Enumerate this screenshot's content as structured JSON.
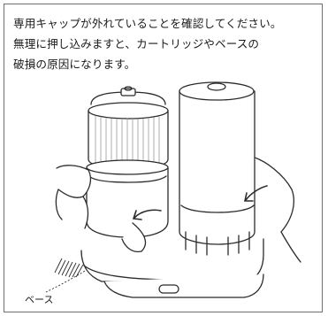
{
  "caption": {
    "line1": "専用キャップが外れていることを確認してください。",
    "line2": "無理に押し込みますと、カートリッジやベースの",
    "line3": "破損の原因になります。"
  },
  "illustration": {
    "label_base": "ベース",
    "icons": [
      "rotate-arrow-icon",
      "rotate-arrow-icon"
    ],
    "colors": {
      "line": "#2b2b2b",
      "shade": "#9a9a9a",
      "paper": "#ffffff"
    }
  }
}
